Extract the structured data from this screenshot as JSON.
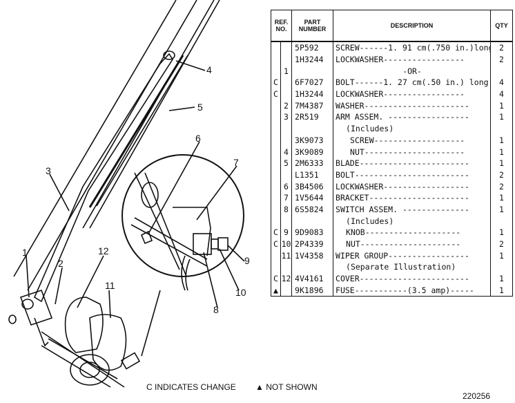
{
  "table": {
    "headers": {
      "ref": "REF. NO.",
      "part": "PART NUMBER",
      "desc": "DESCRIPTION",
      "qty": "QTY"
    },
    "rows": [
      {
        "mark": "",
        "ref": "",
        "part": "5P592",
        "desc": "SCREW------1. 91 cm(.750 in.)long",
        "qty": "2",
        "style": ""
      },
      {
        "mark": "",
        "ref": "",
        "part": "1H3244",
        "desc": "LOCKWASHER-----------------",
        "qty": "2",
        "style": ""
      },
      {
        "mark": "",
        "ref": "1",
        "part": "",
        "desc": "-OR-",
        "qty": "",
        "style": "center"
      },
      {
        "mark": "C",
        "ref": "",
        "part": "6F7027",
        "desc": "BOLT------1. 27 cm(.50 in.) long",
        "qty": "4",
        "style": ""
      },
      {
        "mark": "C",
        "ref": "",
        "part": "1H3244",
        "desc": "LOCKWASHER-----------------",
        "qty": "4",
        "style": ""
      },
      {
        "mark": "",
        "ref": "2",
        "part": "7M4387",
        "desc": "WASHER----------------------",
        "qty": "1",
        "style": ""
      },
      {
        "mark": "",
        "ref": "3",
        "part": "2R519",
        "desc": "ARM ASSEM. -----------------",
        "qty": "1",
        "style": ""
      },
      {
        "mark": "",
        "ref": "",
        "part": "",
        "desc": "(Includes)",
        "qty": "",
        "style": "ind1"
      },
      {
        "mark": "",
        "ref": "",
        "part": "3K9073",
        "desc": "SCREW-------------------",
        "qty": "1",
        "style": "ind2"
      },
      {
        "mark": "",
        "ref": "4",
        "part": "3K9089",
        "desc": "NUT---------------------",
        "qty": "1",
        "style": "ind2"
      },
      {
        "mark": "",
        "ref": "5",
        "part": "2M6333",
        "desc": "BLADE-----------------------",
        "qty": "1",
        "style": ""
      },
      {
        "mark": "",
        "ref": "",
        "part": "L1351",
        "desc": "BOLT------------------------",
        "qty": "2",
        "style": ""
      },
      {
        "mark": "",
        "ref": "6",
        "part": "3B4506",
        "desc": "LOCKWASHER------------------",
        "qty": "2",
        "style": ""
      },
      {
        "mark": "",
        "ref": "7",
        "part": "1V5644",
        "desc": "BRACKET---------------------",
        "qty": "1",
        "style": ""
      },
      {
        "mark": "",
        "ref": "8",
        "part": "6S5824",
        "desc": "SWITCH ASSEM. --------------",
        "qty": "1",
        "style": ""
      },
      {
        "mark": "",
        "ref": "",
        "part": "",
        "desc": "(Includes)",
        "qty": "",
        "style": "ind1"
      },
      {
        "mark": "C",
        "ref": "9",
        "part": "9D9083",
        "desc": "KNOB--------------------",
        "qty": "1",
        "style": "ind1"
      },
      {
        "mark": "C",
        "ref": "10",
        "part": "2P4339",
        "desc": "NUT---------------------",
        "qty": "2",
        "style": "ind1"
      },
      {
        "mark": "",
        "ref": "11",
        "part": "1V4358",
        "desc": "WIPER GROUP-----------------",
        "qty": "1",
        "style": ""
      },
      {
        "mark": "",
        "ref": "",
        "part": "",
        "desc": "(Separate Illustration)",
        "qty": "",
        "style": "ind1"
      },
      {
        "mark": "C",
        "ref": "12",
        "part": "4V4161",
        "desc": "COVER-----------------------",
        "qty": "1",
        "style": ""
      },
      {
        "mark": "▲",
        "ref": "",
        "part": "9K1896",
        "desc": "FUSE-----------(3.5 amp)-----",
        "qty": "1",
        "style": ""
      }
    ]
  },
  "notes": {
    "change": "C INDICATES CHANGE",
    "not_shown": "▲ NOT SHOWN",
    "figure_number": "220256"
  },
  "callouts": [
    "1",
    "2",
    "3",
    "4",
    "5",
    "6",
    "7",
    "8",
    "9",
    "10",
    "11",
    "12"
  ]
}
